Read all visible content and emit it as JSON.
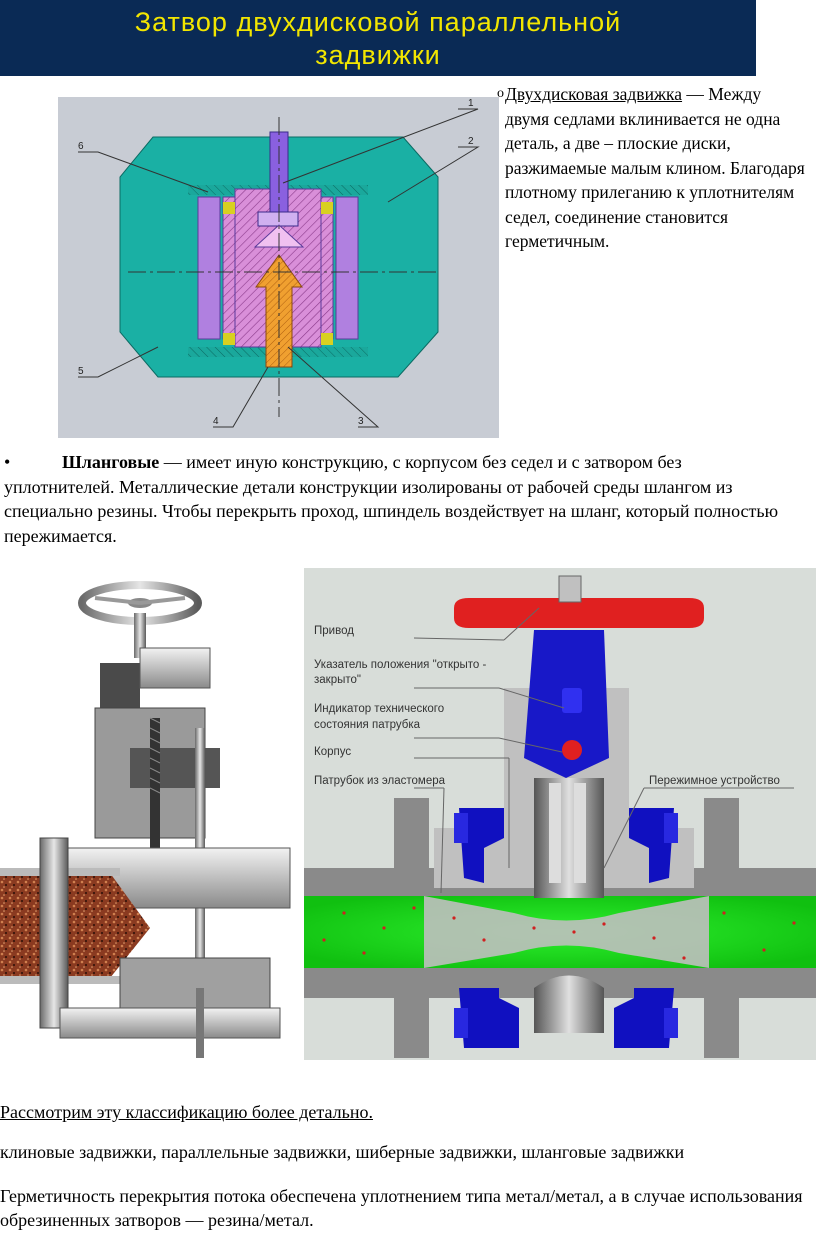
{
  "banner": {
    "line1": "Затвор двухдисковой параллельной",
    "line2": "задвижки"
  },
  "figure1": {
    "labels": [
      "1",
      "2",
      "3",
      "4",
      "5",
      "6"
    ]
  },
  "side": {
    "bullet": "o",
    "lead": "Двухдисковая задвижка",
    "text": " — Между двумя седлами вклинивается не одна деталь, а две – плоские диски, разжимаемые малым клином. Благодаря плотному прилеганию к уплотнителям седел, соединение становится герметичным."
  },
  "para": {
    "bullet": "•",
    "bold": "Шланговые",
    "text": " — имеет иную конструкцию, с корпусом без седел и с затвором без уплотнителей. Металлические детали конструкции изолированы от рабочей среды шлангом из специально резины. Чтобы перекрыть проход, шпиндель воздействует на шланг, который полностью пережимается."
  },
  "scheme": {
    "labels": {
      "drive": "Привод",
      "indicator_a": "Указатель положения \"открыто -",
      "indicator_b": "закрыто\"",
      "tech_a": "Индикатор технического",
      "tech_b": "состояния патрубка",
      "body": "Корпус",
      "pipe": "Патрубок из эластомера",
      "pinch": "Пережимное устройство"
    }
  },
  "text": {
    "t1": "Рассмотрим эту классификацию более детально.",
    "t2": "клиновые задвижки, параллельные задвижки, шиберные задвижки, шланговые задвижки",
    "t3": "Герметичность перекрытия потока обеспечена уплотнением типа метал/метал, а в случае использования обрезиненных затворов — резина/метал."
  }
}
